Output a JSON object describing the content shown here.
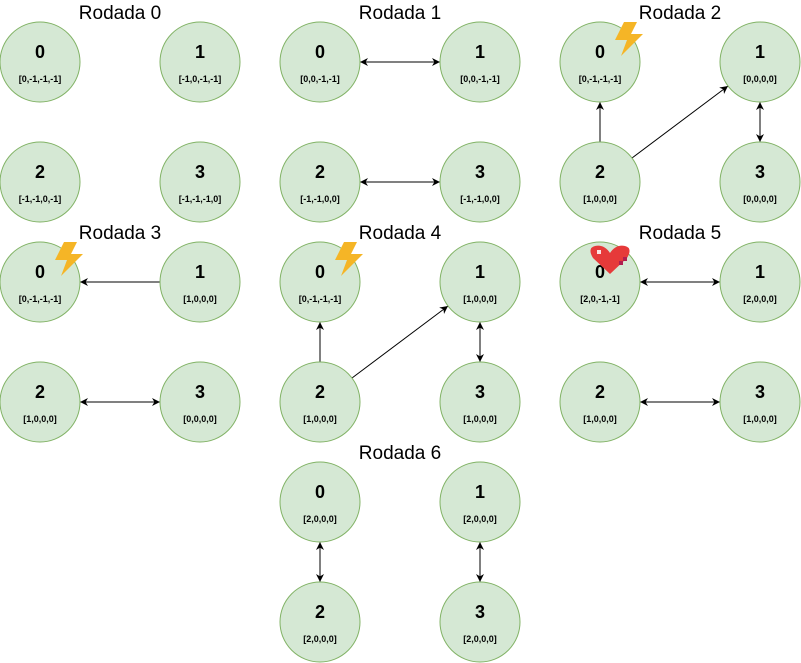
{
  "colors": {
    "node_fill": "#d5e8d4",
    "node_stroke": "#82b366",
    "edge": "#000000",
    "text": "#000000",
    "bolt": "#f5b526",
    "heart": "#e63a3a"
  },
  "rounds": [
    {
      "title": "Rodada 0",
      "nodes": [
        {
          "id": "0",
          "state": "[0,-1,-1,-1]"
        },
        {
          "id": "1",
          "state": "[-1,0,-1,-1]"
        },
        {
          "id": "2",
          "state": "[-1,-1,0,-1]"
        },
        {
          "id": "3",
          "state": "[-1,-1,-1,0]"
        }
      ],
      "edges": [],
      "icons": []
    },
    {
      "title": "Rodada 1",
      "nodes": [
        {
          "id": "0",
          "state": "[0,0,-1,-1]"
        },
        {
          "id": "1",
          "state": "[0,0,-1,-1]"
        },
        {
          "id": "2",
          "state": "[-1,-1,0,0]"
        },
        {
          "id": "3",
          "state": "[-1,-1,0,0]"
        }
      ],
      "edges": [
        {
          "from": 0,
          "to": 1,
          "bidirectional": true
        },
        {
          "from": 2,
          "to": 3,
          "bidirectional": true
        }
      ],
      "icons": []
    },
    {
      "title": "Rodada 2",
      "nodes": [
        {
          "id": "0",
          "state": "[0,-1,-1,-1]"
        },
        {
          "id": "1",
          "state": "[0,0,0,0]"
        },
        {
          "id": "2",
          "state": "[1,0,0,0]"
        },
        {
          "id": "3",
          "state": "[0,0,0,0]"
        }
      ],
      "edges": [
        {
          "from": 2,
          "to": 0,
          "bidirectional": false
        },
        {
          "from": 2,
          "to": 1,
          "bidirectional": false
        },
        {
          "from": 1,
          "to": 3,
          "bidirectional": true
        }
      ],
      "icons": [
        {
          "node": 0,
          "icon": "lightning-icon"
        }
      ]
    },
    {
      "title": "Rodada 3",
      "nodes": [
        {
          "id": "0",
          "state": "[0,-1,-1,-1]"
        },
        {
          "id": "1",
          "state": "[1,0,0,0]"
        },
        {
          "id": "2",
          "state": "[1,0,0,0]"
        },
        {
          "id": "3",
          "state": "[0,0,0,0]"
        }
      ],
      "edges": [
        {
          "from": 1,
          "to": 0,
          "bidirectional": false
        },
        {
          "from": 2,
          "to": 3,
          "bidirectional": true
        }
      ],
      "icons": [
        {
          "node": 0,
          "icon": "lightning-icon"
        }
      ]
    },
    {
      "title": "Rodada 4",
      "nodes": [
        {
          "id": "0",
          "state": "[0,-1,-1,-1]"
        },
        {
          "id": "1",
          "state": "[1,0,0,0]"
        },
        {
          "id": "2",
          "state": "[1,0,0,0]"
        },
        {
          "id": "3",
          "state": "[1,0,0,0]"
        }
      ],
      "edges": [
        {
          "from": 2,
          "to": 0,
          "bidirectional": false
        },
        {
          "from": 2,
          "to": 1,
          "bidirectional": false
        },
        {
          "from": 1,
          "to": 3,
          "bidirectional": true
        }
      ],
      "icons": [
        {
          "node": 0,
          "icon": "lightning-icon"
        }
      ]
    },
    {
      "title": "Rodada 5",
      "nodes": [
        {
          "id": "0",
          "state": "[2,0,-1,-1]"
        },
        {
          "id": "1",
          "state": "[2,0,0,0]"
        },
        {
          "id": "2",
          "state": "[1,0,0,0]"
        },
        {
          "id": "3",
          "state": "[1,0,0,0]"
        }
      ],
      "edges": [
        {
          "from": 0,
          "to": 1,
          "bidirectional": true
        },
        {
          "from": 2,
          "to": 3,
          "bidirectional": true
        }
      ],
      "icons": [
        {
          "node": 0,
          "icon": "heart-icon"
        }
      ]
    },
    {
      "title": "Rodada 6",
      "nodes": [
        {
          "id": "0",
          "state": "[2,0,0,0]"
        },
        {
          "id": "1",
          "state": "[2,0,0,0]"
        },
        {
          "id": "2",
          "state": "[2,0,0,0]"
        },
        {
          "id": "3",
          "state": "[2,0,0,0]"
        }
      ],
      "edges": [
        {
          "from": 0,
          "to": 2,
          "bidirectional": true
        },
        {
          "from": 1,
          "to": 3,
          "bidirectional": true
        }
      ],
      "icons": []
    }
  ]
}
